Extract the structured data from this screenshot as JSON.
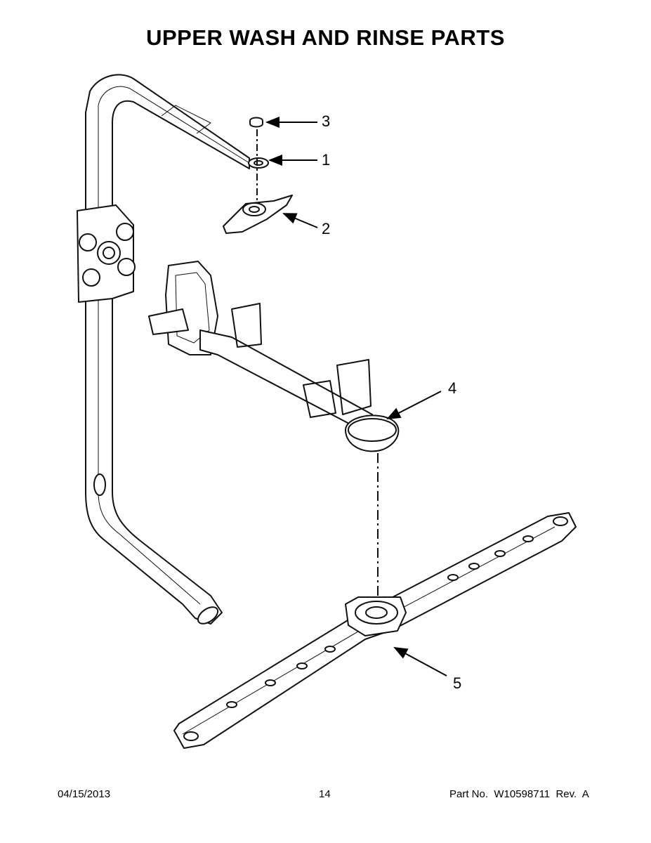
{
  "title": "UPPER WASH AND RINSE PARTS",
  "callouts": [
    "3",
    "1",
    "2",
    "4",
    "5"
  ],
  "footer": {
    "date": "04/15/2013",
    "page": "14",
    "part": "Part No.  W10598711  Rev.  A"
  }
}
